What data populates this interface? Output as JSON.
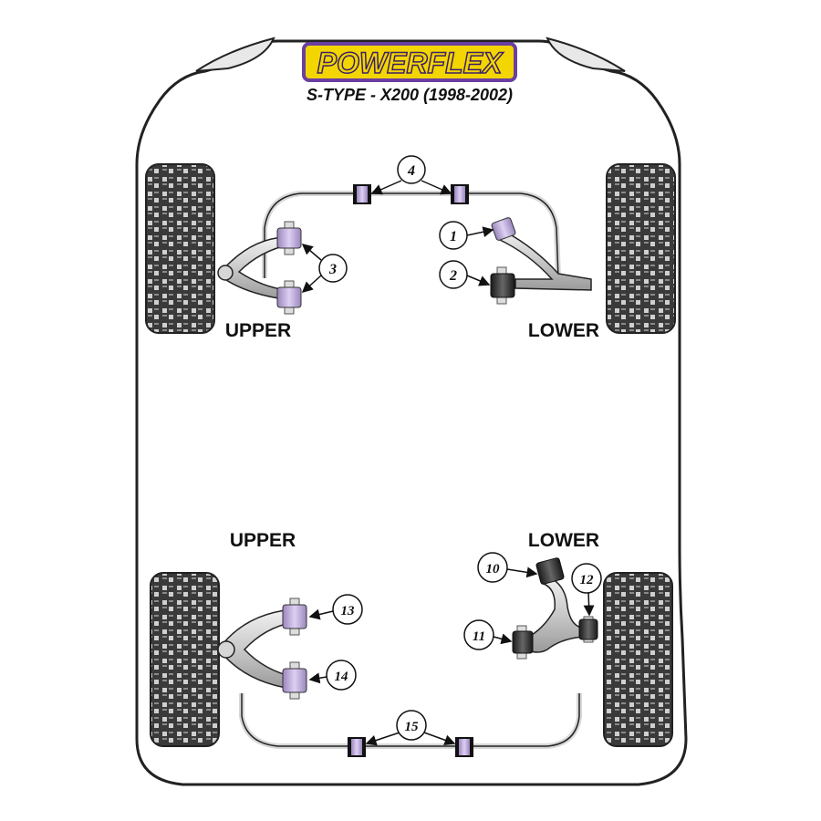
{
  "brand": {
    "name": "POWERFLEX",
    "model": "S-TYPE - X200 (1998-2002)"
  },
  "front": {
    "upper_label": "UPPER",
    "lower_label": "LOWER"
  },
  "rear": {
    "upper_label": "UPPER",
    "lower_label": "LOWER"
  },
  "callouts": {
    "c1": "1",
    "c2": "2",
    "c3": "3",
    "c4": "4",
    "c10": "10",
    "c11": "11",
    "c12": "12",
    "c13": "13",
    "c14": "14",
    "c15": "15"
  },
  "colors": {
    "bush_purple": "#c9b6e6",
    "bush_black": "#2b2b2b",
    "tyre": "#3a3a3a",
    "logo_yellow": "#f3d500",
    "logo_purple": "#6a3fa0"
  }
}
